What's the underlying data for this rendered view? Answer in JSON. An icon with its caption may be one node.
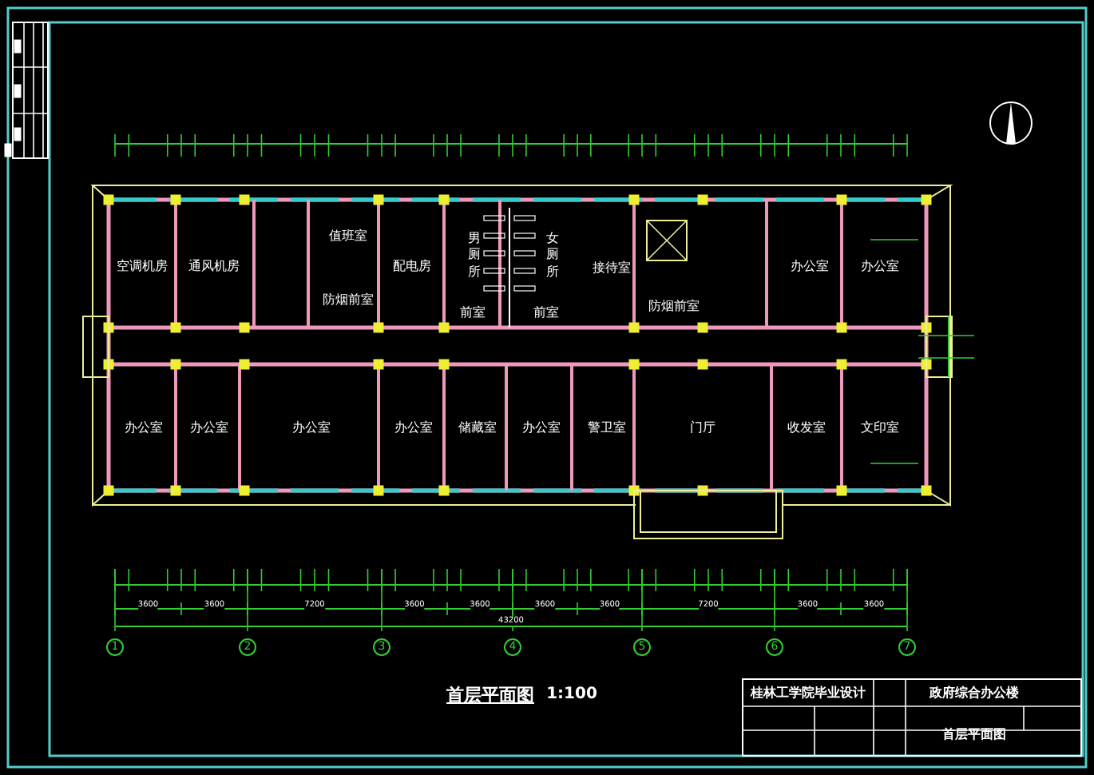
{
  "diagram": {
    "title": "首层平面图",
    "nodes": [
      {
        "text": [
          "1"
        ]
      },
      {
        "text": [
          "2"
        ]
      },
      {
        "text": [
          "3"
        ]
      },
      {
        "text": [
          "4"
        ]
      },
      {
        "text": [
          "5"
        ]
      },
      {
        "text": [
          "6"
        ]
      },
      {
        "text": [
          "7"
        ]
      }
    ],
    "labels": [
      "空调机房",
      "通风机房",
      "值班室",
      "防烟前室",
      "配电房",
      "男厕所",
      "女厕所",
      "前室",
      "前室",
      "接待室",
      "防烟前室",
      "办公室",
      "办公室",
      "办公室",
      "办公室",
      "办公室",
      "办公室",
      "储藏室",
      "办公室",
      "警卫室",
      "门厅",
      "收发室",
      "文印室",
      "1:100",
      "3600",
      "3600",
      "7200",
      "3600",
      "3600",
      "3600",
      "3600",
      "7200",
      "3600",
      "3600",
      "43200",
      "桂林工学院毕业设计",
      "政府综合办公楼",
      "首层平面图"
    ]
  }
}
